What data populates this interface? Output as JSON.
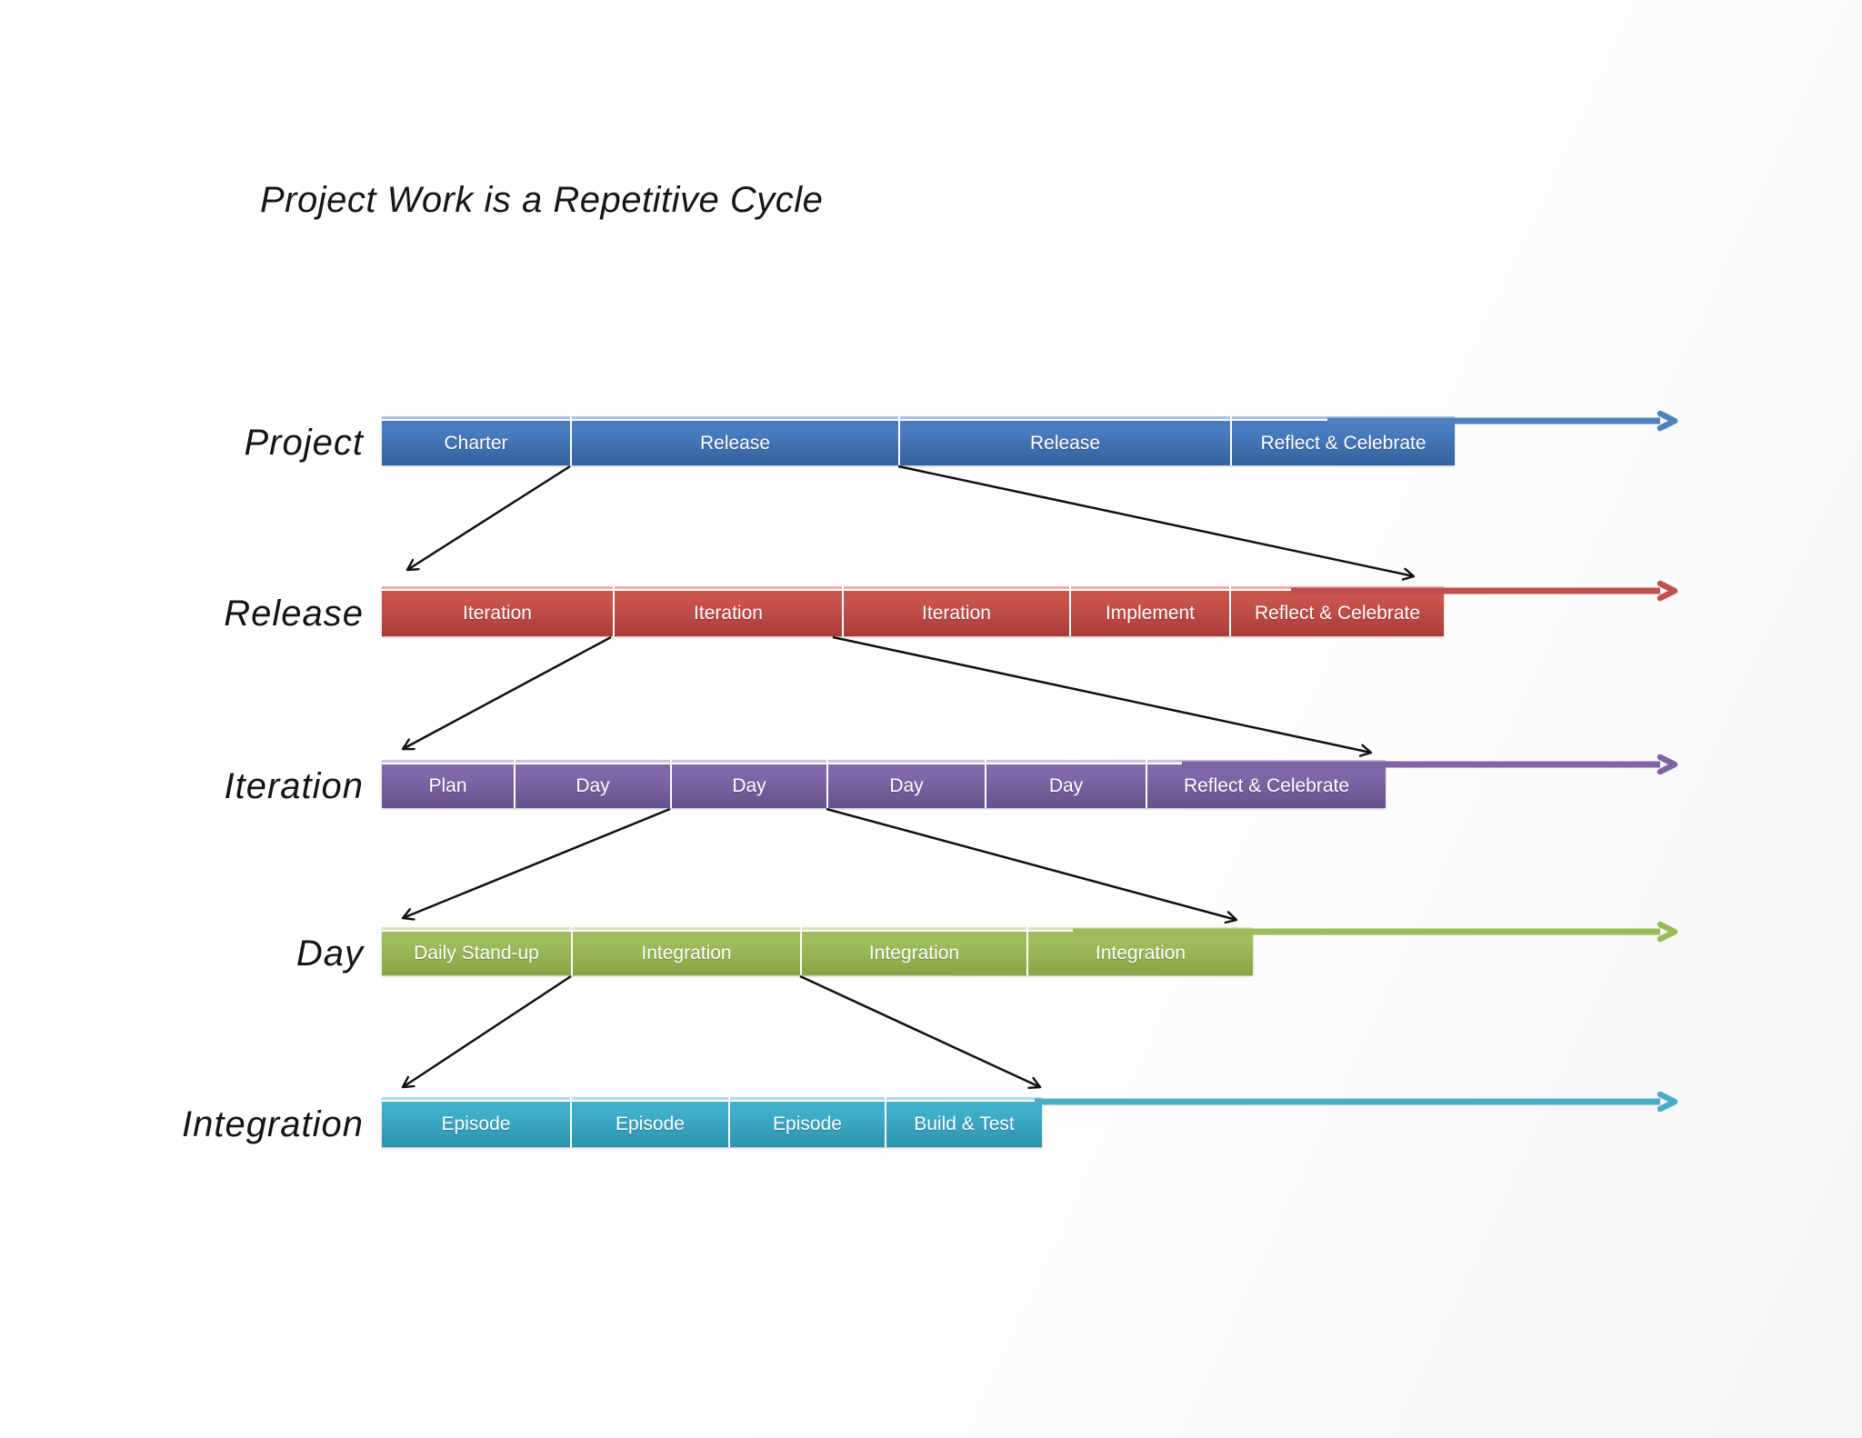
{
  "title": "Project Work is a Repetitive Cycle",
  "rows": [
    {
      "label": "Project",
      "color": "#4F81BD",
      "segments": [
        "Charter",
        "Release",
        "Release",
        "Reflect & Celebrate"
      ]
    },
    {
      "label": "Release",
      "color": "#C0504D",
      "segments": [
        "Iteration",
        "Iteration",
        "Iteration",
        "Implement",
        "Reflect & Celebrate"
      ]
    },
    {
      "label": "Iteration",
      "color": "#8064A2",
      "segments": [
        "Plan",
        "Day",
        "Day",
        "Day",
        "Day",
        "Reflect & Celebrate"
      ]
    },
    {
      "label": "Day",
      "color": "#9BBB59",
      "segments": [
        "Daily Stand-up",
        "Integration",
        "Integration",
        "Integration"
      ]
    },
    {
      "label": "Integration",
      "color": "#4BACC6",
      "segments": [
        "Episode",
        "Episode",
        "Episode",
        "Build & Test"
      ]
    }
  ]
}
